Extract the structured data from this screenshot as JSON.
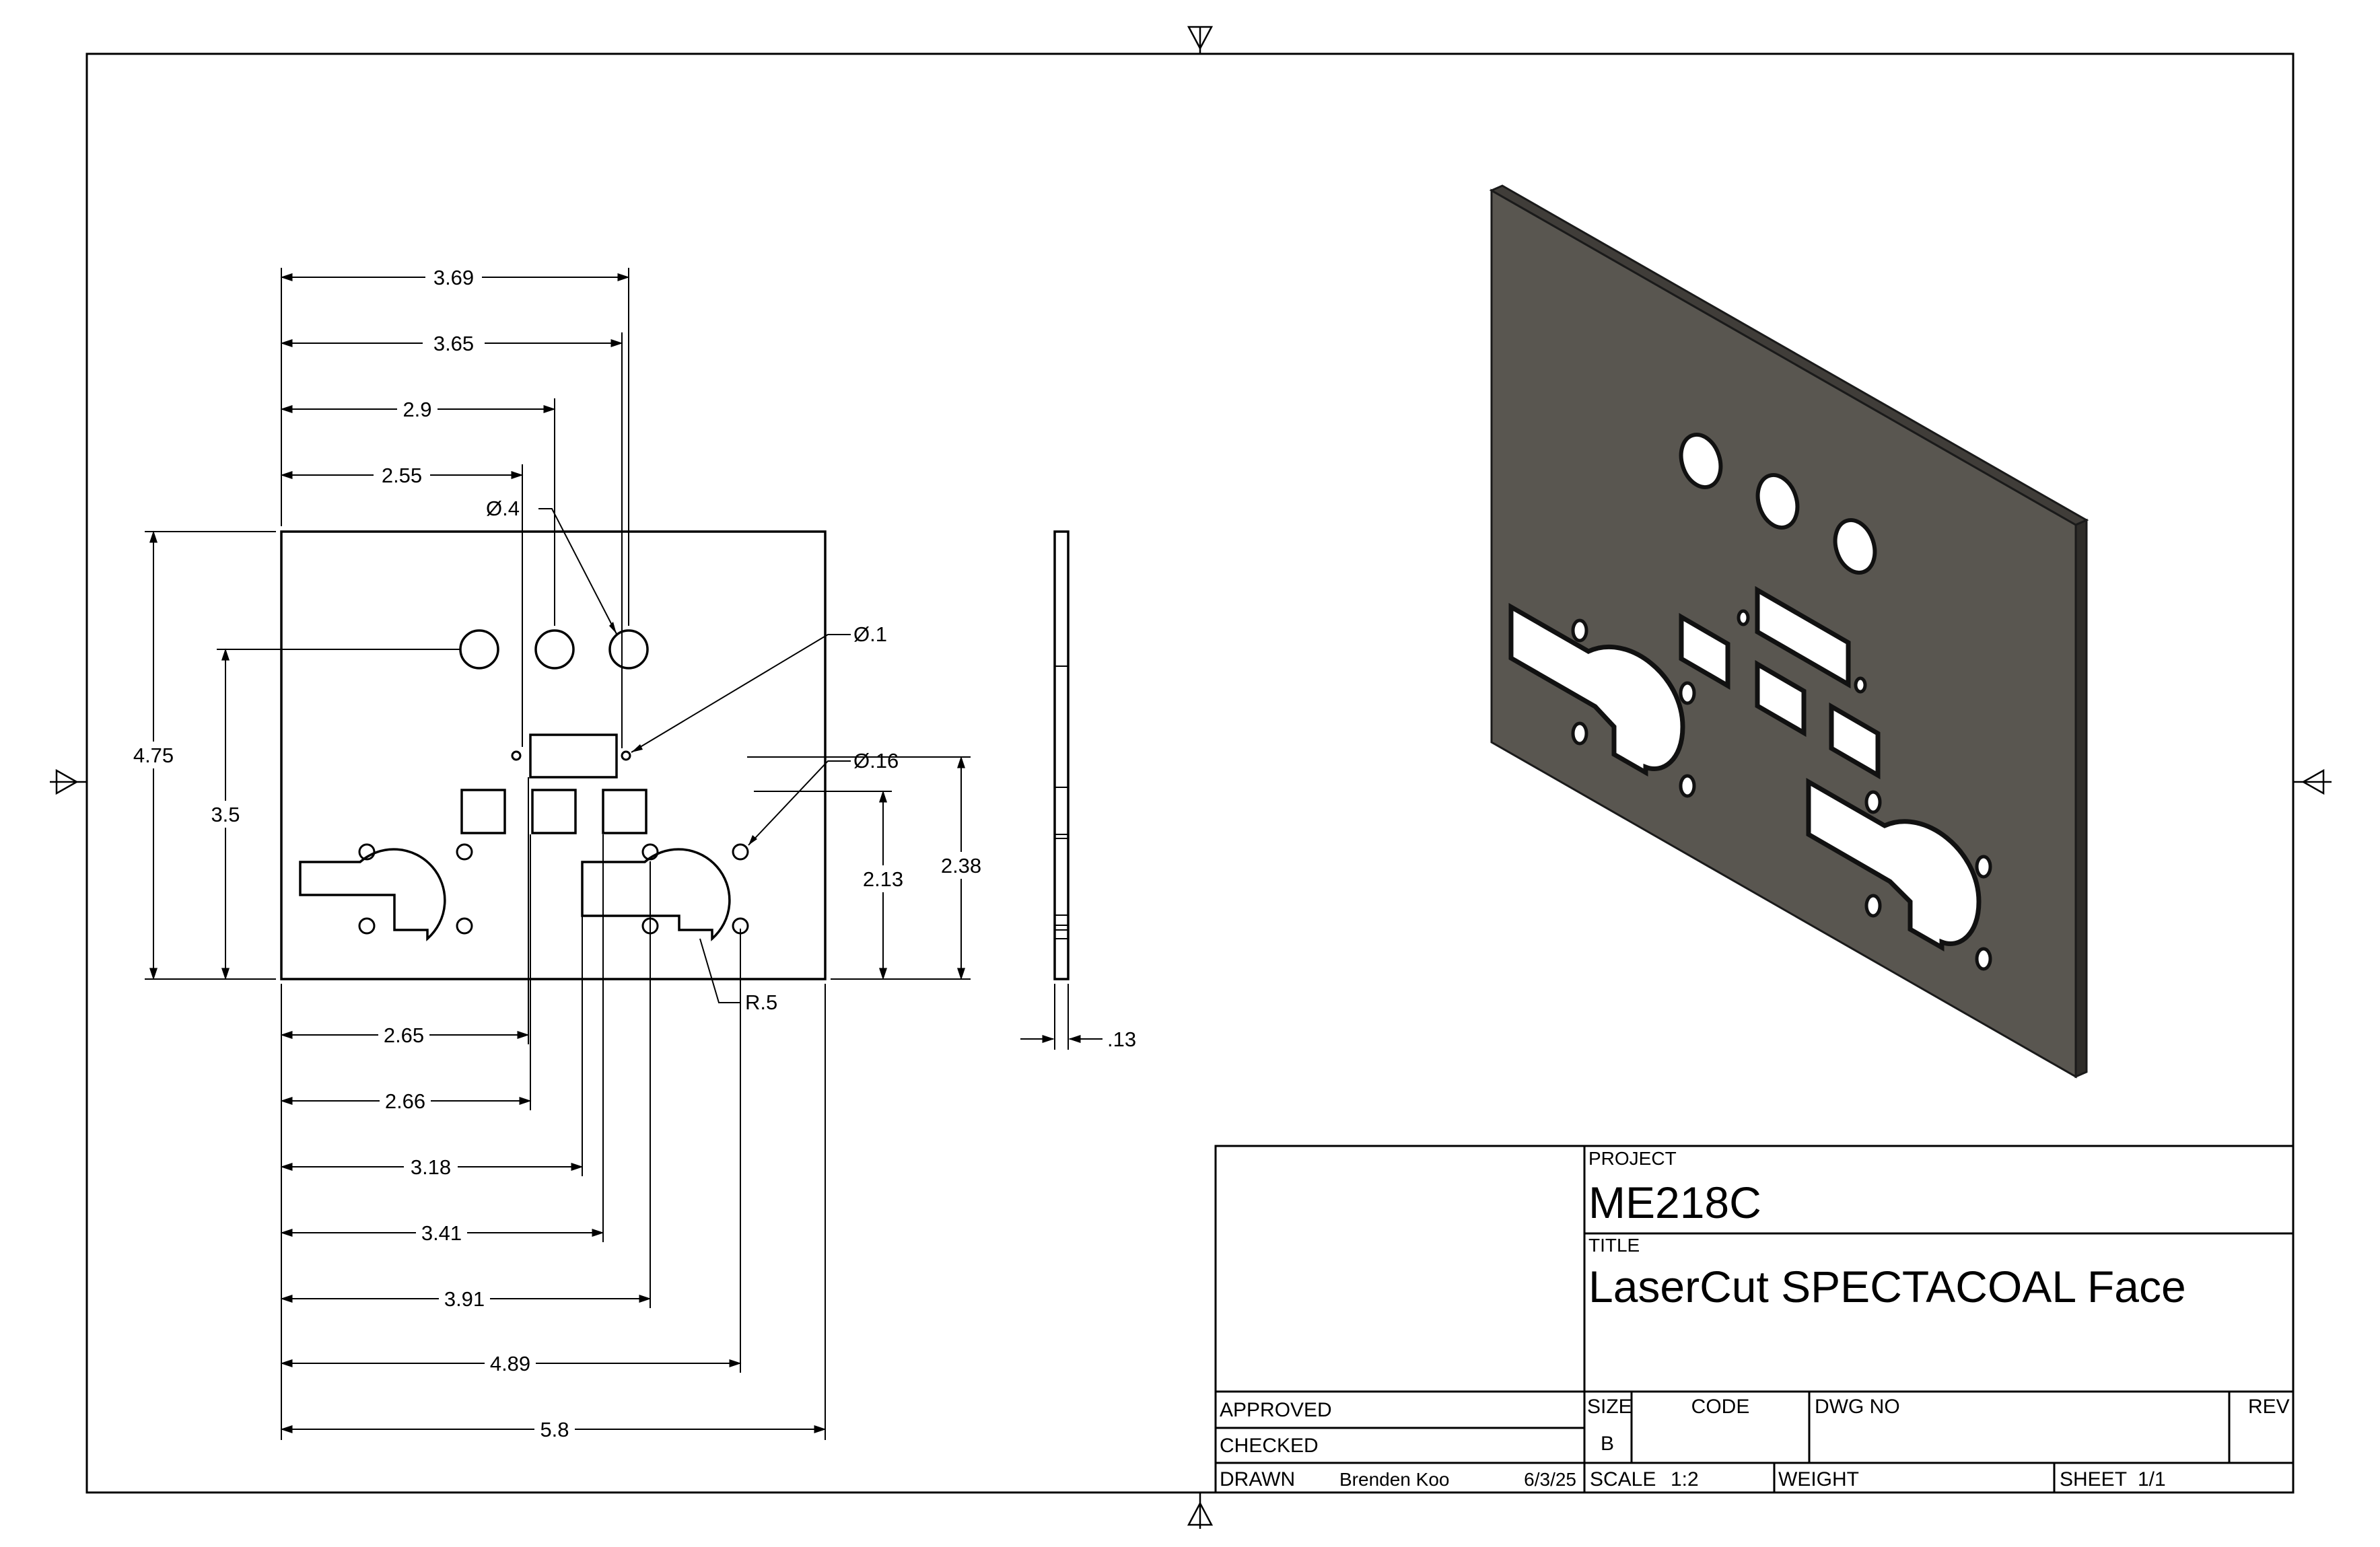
{
  "front_view": {
    "top_dims": [
      "3.69",
      "3.65",
      "2.9",
      "2.55"
    ],
    "bottom_dims": [
      "2.65",
      "2.66",
      "3.18",
      "3.41",
      "3.91",
      "4.89",
      "5.8"
    ],
    "left_dims": [
      "4.75",
      "3.5"
    ],
    "right_dims": [
      "2.13",
      "2.38"
    ],
    "callouts": {
      "big_hole": "Ø.4",
      "small_hole": "Ø.1",
      "mount_hole": "Ø.16",
      "radius": "R.5"
    }
  },
  "side_view": {
    "thickness": ".13"
  },
  "title_block": {
    "project_label": "PROJECT",
    "project": "ME218C",
    "title_label": "TITLE",
    "title": "LaserCut SPECTACOAL Face",
    "approved_label": "APPROVED",
    "checked_label": "CHECKED",
    "drawn_label": "DRAWN",
    "drawn_by": "Brenden Koo",
    "date": "6/3/25",
    "size_label": "SIZE",
    "size": "B",
    "code_label": "CODE",
    "dwg_no_label": "DWG NO",
    "rev_label": "REV",
    "scale_label": "SCALE",
    "scale": "1:2",
    "weight_label": "WEIGHT",
    "sheet_label": "SHEET",
    "sheet": "1/1"
  },
  "colors": {
    "ink": "#000000",
    "plate_face": "#595650",
    "plate_edge": "#2e2c29"
  }
}
